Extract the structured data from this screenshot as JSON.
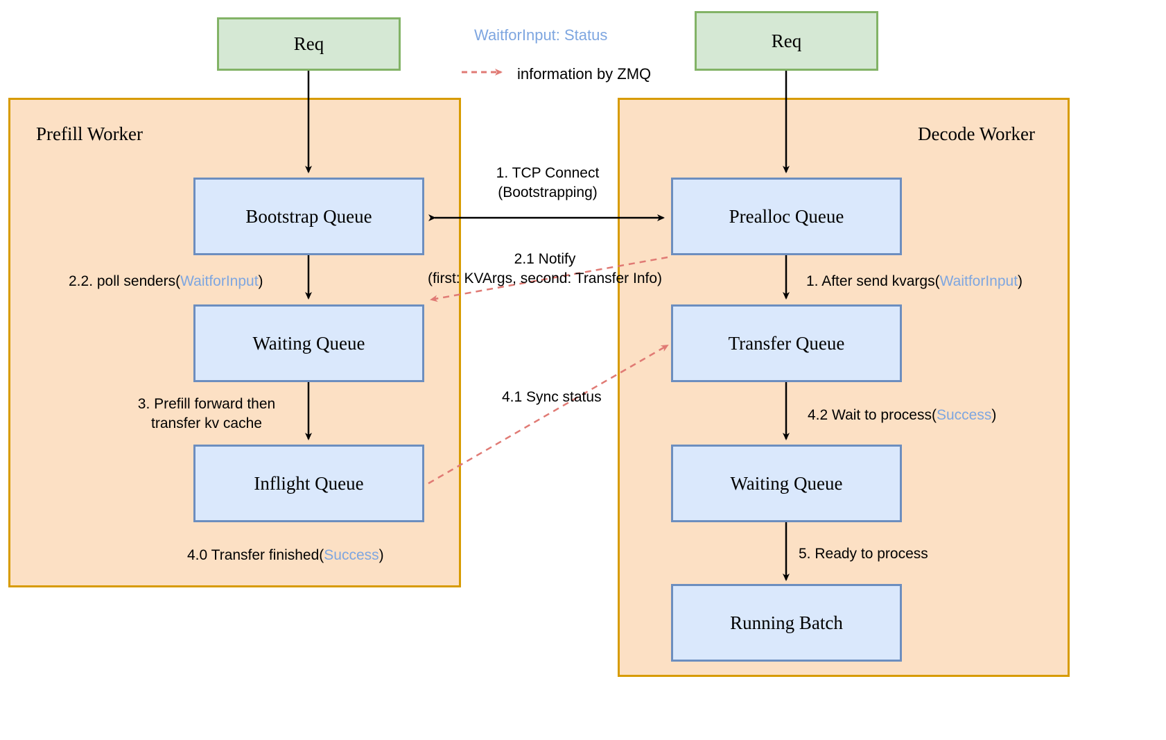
{
  "legend": {
    "status_note": "WaitforInput: Status",
    "zmq_note": "information by ZMQ",
    "zmq_color": "#e07a74",
    "status_color": "#7ea6e0"
  },
  "panels": [
    {
      "id": "prefill",
      "title": "Prefill Worker"
    },
    {
      "id": "decode",
      "title": "Decode Worker"
    }
  ],
  "nodes": {
    "req_left": "Req",
    "req_right": "Req",
    "bootstrap_queue": "Bootstrap Queue",
    "waiting_queue_left": "Waiting Queue",
    "inflight_queue": "Inflight Queue",
    "prealloc_queue": "Prealloc Queue",
    "transfer_queue": "Transfer Queue",
    "waiting_queue_right": "Waiting Queue",
    "running_batch": "Running Batch"
  },
  "edges": {
    "tcp_connect_l1": "1. TCP Connect",
    "tcp_connect_l2": "(Bootstrapping)",
    "notify_l1": "2.1 Notify",
    "notify_l2": "(first: KVArgs, second: Transfer Info)",
    "poll_senders_pre": "2.2. poll senders(",
    "poll_senders_status": "WaitforInput",
    "poll_senders_post": ")",
    "prefill_forward_l1": "3. Prefill forward then",
    "prefill_forward_l2": "transfer kv cache",
    "transfer_finished_pre": "4.0 Transfer finished(",
    "transfer_finished_status": "Success",
    "transfer_finished_post": ")",
    "sync_status": "4.1 Sync status",
    "after_send_kvargs_pre": "1. After send kvargs(",
    "after_send_kvargs_status": "WaitforInput",
    "after_send_kvargs_post": ")",
    "wait_to_process_pre": "4.2 Wait to process(",
    "wait_to_process_status": "Success",
    "wait_to_process_post": ")",
    "ready_to_process": "5. Ready to process"
  },
  "colors": {
    "panel_fill": "#fce0c4",
    "panel_border": "#d79b00",
    "node_fill": "#dae8fc",
    "node_border": "#6c8ebf",
    "req_fill": "#d5e8d4",
    "req_border": "#82b366",
    "arrow": "#000000",
    "zmq_arrow": "#e07a74"
  }
}
